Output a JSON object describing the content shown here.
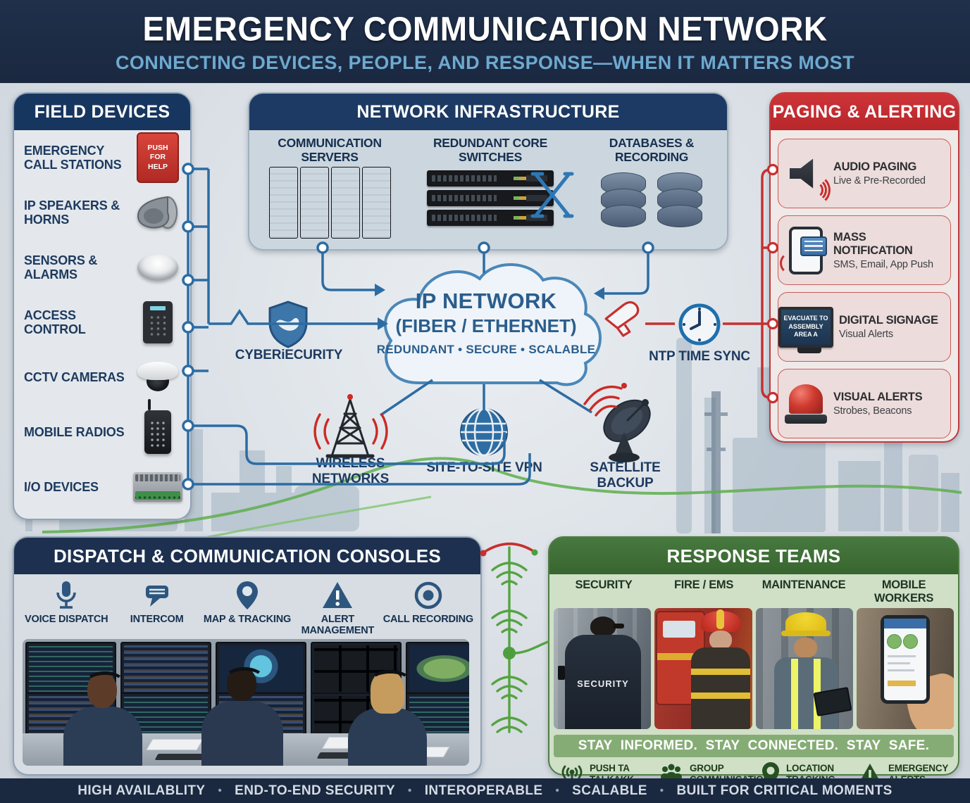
{
  "header": {
    "title": "EMERGENCY COMMUNICATION NETWORK",
    "subtitle": "CONNECTING DEVICES, PEOPLE, AND RESPONSE—WHEN IT MATTERS MOST"
  },
  "field_devices": {
    "title": "FIELD DEVICES",
    "items": [
      {
        "label": "EMERGENCY CALL STATIONS",
        "icon": "emergency-call-station",
        "button_text": "PUSH FOR HELP"
      },
      {
        "label": "IP SPEAKERS & HORNS",
        "icon": "horn-speaker"
      },
      {
        "label": "SENSORS & ALARMS",
        "icon": "smoke-detector"
      },
      {
        "label": "ACCESS CONTROL",
        "icon": "keypad"
      },
      {
        "label": "CCTV CAMERAS",
        "icon": "dome-camera"
      },
      {
        "label": "MOBILE RADIOS",
        "icon": "two-way-radio"
      },
      {
        "label": "I/O DEVICES",
        "icon": "io-module"
      }
    ]
  },
  "network_infrastructure": {
    "title": "NETWORK INFRASTRUCTURE",
    "columns": [
      {
        "label": "COMMUNICATION SERVERS"
      },
      {
        "label": "REDUNDANT CORE SWITCHES"
      },
      {
        "label": "DATABASES & RECORDING"
      }
    ]
  },
  "ip_network": {
    "line1": "IP NETWORK",
    "line2": "(FIBER / ETHERNET)",
    "line3": "REDUNDANT • SECURE • SCALABLE"
  },
  "network_labels": {
    "cybersecurity": "CYBERiECURITY",
    "ntp": "NTP TIME SYNC",
    "wireless": "WIRELESS NETWORKS",
    "vpn": "SITE-TO-SITE VPN",
    "satellite": "SATELLITE BACKUP"
  },
  "paging_alerting": {
    "title": "PAGING & ALERTING",
    "items": [
      {
        "title": "AUDIO PAGING",
        "subtitle": "Live & Pre-Recorded",
        "icon": "loudspeaker"
      },
      {
        "title": "MASS NOTIFICATION",
        "subtitle": "SMS, Email, App Push",
        "icon": "phone-message"
      },
      {
        "title": "DIGITAL SIGNAGE",
        "subtitle": "Visual Alerts",
        "icon": "signage-monitor",
        "screen_text": "EVACUATE TO ASSEMBLY AREA A"
      },
      {
        "title": "VISUAL ALERTS",
        "subtitle": "Strobes, Beacons",
        "icon": "beacon"
      }
    ]
  },
  "dispatch": {
    "title": "DISPATCH & COMMUNICATION CONSOLES",
    "features": [
      {
        "label": "VOICE DISPATCH",
        "icon": "microphone"
      },
      {
        "label": "INTERCOM",
        "icon": "intercom"
      },
      {
        "label": "MAP & TRACKING",
        "icon": "map-pin"
      },
      {
        "label": "ALERT MANAGEMENT",
        "icon": "warning-triangle"
      },
      {
        "label": "CALL RECORDING",
        "icon": "record"
      }
    ]
  },
  "response_teams": {
    "title": "RESPONSE TEAMS",
    "teams": [
      {
        "label": "SECURITY"
      },
      {
        "label": "FIRE / EMS"
      },
      {
        "label": "MAINTENANCE"
      },
      {
        "label": "MOBILE WORKERS"
      }
    ],
    "security_uniform_text": "SECURITY",
    "banner": "STAY INFORMED.  STAY CONNECTED.  STAY SAFE.",
    "features": [
      {
        "label": "PUSH TA TALKAKK",
        "icon": "push-to-talk"
      },
      {
        "label": "GROUP COMMUNICATION",
        "icon": "group"
      },
      {
        "label": "LOCATION TRACKING",
        "icon": "location-pin"
      },
      {
        "label": "EMERGENCY ALERTS",
        "icon": "alert-triangle"
      }
    ]
  },
  "footer": {
    "separator": "•",
    "items": [
      {
        "label": "HIGH AVAILABLITY"
      },
      {
        "label": "END-TO-END SECURITY"
      },
      {
        "label": "INTEROPERABLE"
      },
      {
        "label": "SCALABLE"
      },
      {
        "label": "BUILT FOR CRITICAL MOMENTS"
      }
    ]
  },
  "colors": {
    "header_navy": "#1a2840",
    "panel_navy": "#1c3a63",
    "alert_red": "#c4302f",
    "team_green": "#3c6b39",
    "line_blue": "#2d6ca3",
    "line_green": "#55a341"
  }
}
